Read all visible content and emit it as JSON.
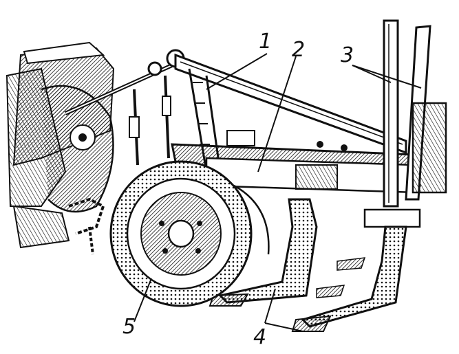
{
  "figure": {
    "callouts": [
      {
        "label": "1",
        "part": "frame-beam"
      },
      {
        "label": "2",
        "part": "tool-bar"
      },
      {
        "label": "3",
        "part": "depth-rods"
      },
      {
        "label": "4",
        "part": "ripper-shanks"
      },
      {
        "label": "5",
        "part": "gauge-wheel"
      }
    ]
  }
}
